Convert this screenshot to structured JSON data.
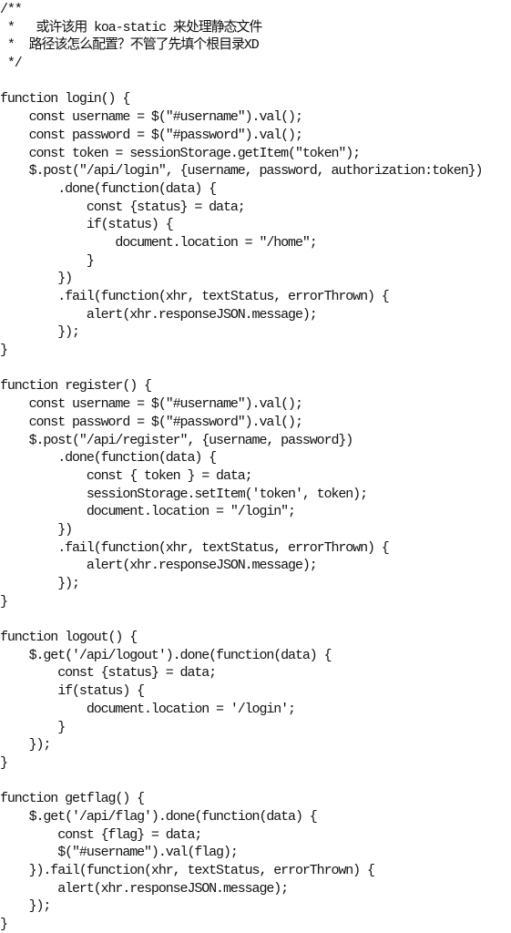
{
  "document": {
    "lines": [
      "/**",
      " *   或许该用 koa-static 来处理静态文件",
      " *  路径该怎么配置？不管了先填个根目录XD",
      " */",
      "",
      "function login() {",
      "    const username = $(\"#username\").val();",
      "    const password = $(\"#password\").val();",
      "    const token = sessionStorage.getItem(\"token\");",
      "    $.post(\"/api/login\", {username, password, authorization:token})",
      "        .done(function(data) {",
      "            const {status} = data;",
      "            if(status) {",
      "                document.location = \"/home\";",
      "            }",
      "        })",
      "        .fail(function(xhr, textStatus, errorThrown) {",
      "            alert(xhr.responseJSON.message);",
      "        });",
      "}",
      "",
      "function register() {",
      "    const username = $(\"#username\").val();",
      "    const password = $(\"#password\").val();",
      "    $.post(\"/api/register\", {username, password})",
      "        .done(function(data) {",
      "            const { token } = data;",
      "            sessionStorage.setItem('token', token);",
      "            document.location = \"/login\";",
      "        })",
      "        .fail(function(xhr, textStatus, errorThrown) {",
      "            alert(xhr.responseJSON.message);",
      "        });",
      "}",
      "",
      "function logout() {",
      "    $.get('/api/logout').done(function(data) {",
      "        const {status} = data;",
      "        if(status) {",
      "            document.location = '/login';",
      "        }",
      "    });",
      "}",
      "",
      "function getflag() {",
      "    $.get('/api/flag').done(function(data) {",
      "        const {flag} = data;",
      "        $(\"#username\").val(flag);",
      "    }).fail(function(xhr, textStatus, errorThrown) {",
      "        alert(xhr.responseJSON.message);",
      "    });",
      "}"
    ]
  }
}
